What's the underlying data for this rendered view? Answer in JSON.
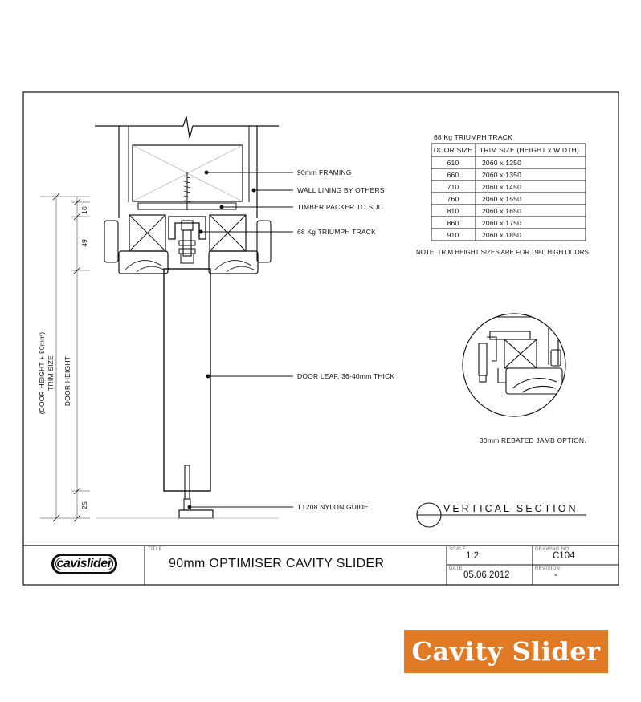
{
  "track_table": {
    "title": "68 Kg TRIUMPH TRACK",
    "headers": [
      "DOOR SIZE",
      "TRIM SIZE (HEIGHT x WIDTH)"
    ],
    "rows": [
      [
        "610",
        "2060 x 1250"
      ],
      [
        "660",
        "2060 x 1350"
      ],
      [
        "710",
        "2060 x 1450"
      ],
      [
        "760",
        "2060 x 1550"
      ],
      [
        "810",
        "2060 x 1650"
      ],
      [
        "860",
        "2060 x 1750"
      ],
      [
        "910",
        "2060 x 1850"
      ]
    ],
    "note": "NOTE: TRIM HEIGHT SIZES ARE FOR 1980 HIGH DOORS."
  },
  "callouts": {
    "framing": "90mm FRAMING",
    "wall_lining": "WALL LINING BY OTHERS",
    "packer": "TIMBER PACKER TO SUIT",
    "track": "68 Kg TRIUMPH TRACK",
    "door_leaf": "DOOR LEAF, 36-40mm THICK",
    "guide": "TT208 NYLON GUIDE"
  },
  "dimensions": {
    "top_gap": "10",
    "track_height": "49",
    "bottom_gap": "25",
    "door_height": "DOOR HEIGHT",
    "trim_size": "TRIM SIZE",
    "trim_formula": "(DOOR HEIGHT + 80mm)"
  },
  "detail_label": "30mm REBATED JAMB OPTION.",
  "section_title": "VERTICAL SECTION",
  "title_block": {
    "logo_text": "cavislider",
    "title_label": "TITLE",
    "title": "90mm OPTIMISER CAVITY SLIDER",
    "scale_label": "SCALE",
    "scale": "1:2",
    "drawing_no_label": "DRAWING NO.",
    "drawing_no": "C104",
    "date_label": "DATE",
    "date": "05.06.2012",
    "revision_label": "REVISION",
    "revision": "-"
  },
  "badge": "Cavity Slider",
  "colors": {
    "badge_bg": "#e07a25",
    "line": "#111111"
  }
}
